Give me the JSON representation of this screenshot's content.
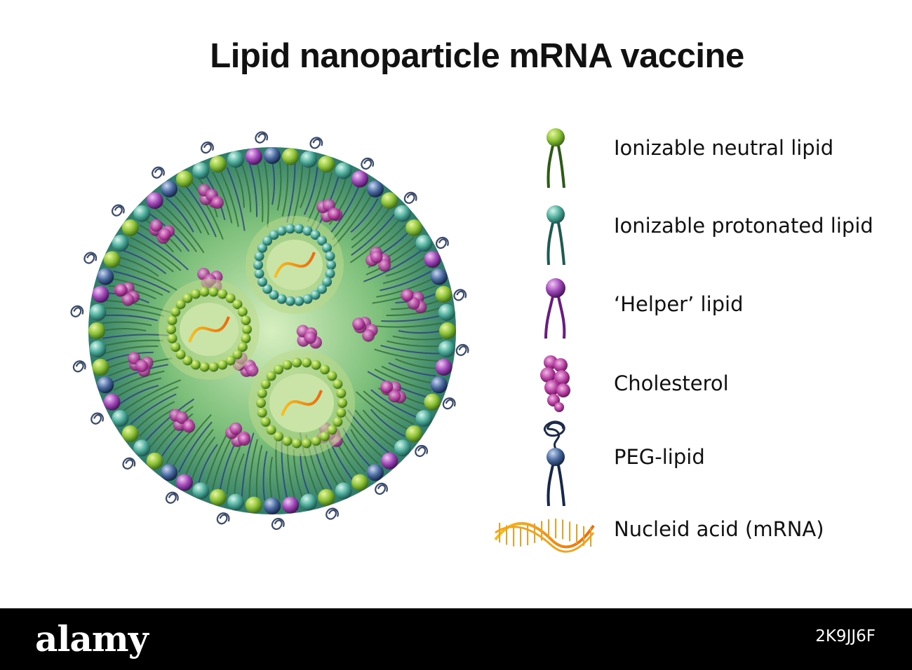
{
  "title": "Lipid nanoparticle mRNA vaccine",
  "legend": [
    {
      "key": "ionizable_neutral",
      "label": "Ionizable neutral lipid",
      "icon": "lipid-green-icon",
      "color": "#7aa82a"
    },
    {
      "key": "ionizable_protonated",
      "label": "Ionizable protonated lipid",
      "icon": "lipid-teal-icon",
      "color": "#3a9a8a"
    },
    {
      "key": "helper",
      "label": "‘Helper’ lipid",
      "icon": "lipid-purple-icon",
      "color": "#8a3aa0"
    },
    {
      "key": "cholesterol",
      "label": "Cholesterol",
      "icon": "cholesterol-icon",
      "color": "#b0389a"
    },
    {
      "key": "peg",
      "label": "PEG-lipid",
      "icon": "peg-lipid-icon",
      "color": "#2e4a7a"
    },
    {
      "key": "mrna",
      "label": "Nucleid acid (mRNA)",
      "icon": "mrna-icon",
      "color": "#f08a10"
    }
  ],
  "footer": {
    "brand": "alamy",
    "image_id": "2K9JJ6F"
  }
}
